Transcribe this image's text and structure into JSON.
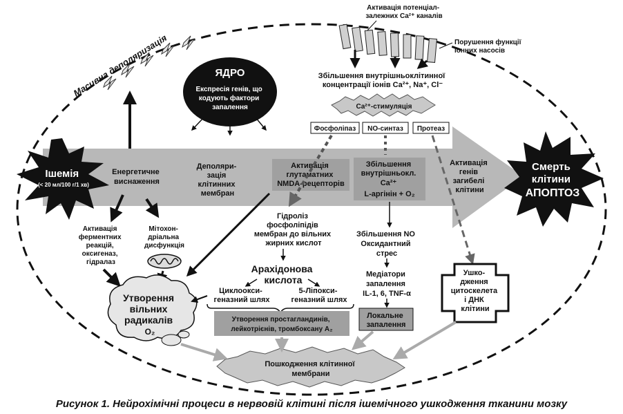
{
  "caption": "Рисунок 1. Нейрохімічні процеси в нервовій клітині після ішемічного ушкодження тканини мозку",
  "labels": {
    "massive_depol": "Масивна деполяризація",
    "nucleus_title": "ЯДРО",
    "nucleus_text": [
      "Експресія генів, що",
      "кодують фактори",
      "запалення"
    ],
    "ca_channels": [
      "Активація потенціал-",
      "залежних Ca²⁺ каналів"
    ],
    "ion_pumps": [
      "Порушення функції",
      "іонних насосів"
    ],
    "ion_increase": [
      "Збільшення внутрішньоклітинної",
      "концентрації іонів Ca²⁺, Na⁺, Cl⁻"
    ],
    "ca_stim": "Ca²⁺-стимуляція",
    "phospholipase": "Фосфоліпаз",
    "no_synthase": "NO-синтаз",
    "protease": "Протеаз",
    "ischemia": [
      "Ішемія",
      "(< 20 мл/100 г/1 хв)"
    ],
    "energy": [
      "Енергетичне",
      "виснаження"
    ],
    "depolarization": [
      "Деполяри-",
      "зація",
      "клітинних",
      "мембран"
    ],
    "nmda": [
      "Активація",
      "глутаматних",
      "NMDA-рецепторів"
    ],
    "ca_increase": [
      "Збільшення",
      "внутрішньокл.",
      "Ca²⁺",
      "L-аргінін + O₂"
    ],
    "death_genes": [
      "Активація",
      "генів",
      "загибелі",
      "клітини"
    ],
    "death": [
      "Смерть",
      "клітини",
      "АПОПТОЗ"
    ],
    "enzymes": [
      "Активація",
      "ферментних",
      "реакцій,",
      "оксигеназ,",
      "гідралаз"
    ],
    "mito": [
      "Мітохон-",
      "дріальна",
      "дисфункція"
    ],
    "hydrolysis": [
      "Гідроліз",
      "фосфоліпідів",
      "мембран до вільних",
      "жирних кислот"
    ],
    "no_increase": [
      "Збільшення NO",
      "Оксидантний",
      "стрес"
    ],
    "arachidonic": [
      "Арахідонова",
      "кислота"
    ],
    "cyclooxy": [
      "Циклоокси-",
      "геназний шлях"
    ],
    "lipoxy": [
      "5-Ліпокси-",
      "геназний шлях"
    ],
    "mediators": [
      "Медіатори",
      "запалення",
      "IL-1, 6, TNF-α"
    ],
    "free_radicals": [
      "Утворення",
      "вільних",
      "радикалів",
      "O₂"
    ],
    "prostaglandins": [
      "Утворення простагландинів,",
      "лейкотрієнів, тромбоксану A₂"
    ],
    "local_inflam": [
      "Локальне",
      "запалення"
    ],
    "cytoskeleton": [
      "Ушко-",
      "дження",
      "цитоскелета",
      "і ДНК",
      "клітини"
    ],
    "membrane_damage": [
      "Пошкодження клітинної",
      "мембрани"
    ]
  }
}
